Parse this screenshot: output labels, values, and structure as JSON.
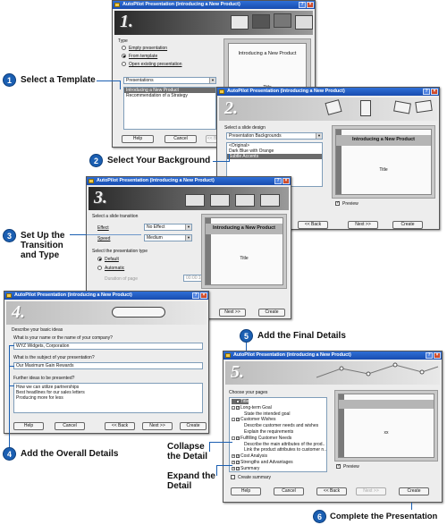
{
  "win1": {
    "title": "AutoPilot Presentation (Introducing a New Product)",
    "step": "1.",
    "type_label": "Type",
    "opt_empty": "Empty presentation",
    "opt_template": "From template",
    "opt_existing": "Open existing presentation",
    "dropdown_value": "Presentations",
    "list_items": [
      "Introducing a New Product",
      "Recommendation of a Strategy"
    ],
    "preview_title": "Introducing a New Product",
    "preview_body": "Title",
    "btn_help": "Help",
    "btn_cancel": "Cancel",
    "btn_back": "<< Back"
  },
  "win2": {
    "title": "AutoPilot Presentation (Introducing a New Product)",
    "step": "2.",
    "design_label": "Select a slide design",
    "dropdown_value": "Presentation Backgrounds",
    "list_items": [
      "<Original>",
      "Dark Blue with Orange",
      "Subtle Accents"
    ],
    "preview_title": "Introducing a New Product",
    "preview_body": "Title",
    "preview_label": "Preview",
    "btn_back": "<< Back",
    "btn_next": "Next >>",
    "btn_create": "Create"
  },
  "win3": {
    "title": "AutoPilot Presentation (Introducing a New Product)",
    "step": "3.",
    "transition_label": "Select a slide transition",
    "effect_label": "Effect",
    "effect_value": "No Effect",
    "speed_label": "Speed",
    "speed_value": "Medium",
    "type_label": "Select the presentation type",
    "opt_default": "Default",
    "opt_automatic": "Automatic",
    "duration_label": "Duration of page",
    "duration_value": "00:00:10",
    "preview_title": "Introducing a New Product",
    "preview_body": "Title",
    "btn_next": "Next >>",
    "btn_create": "Create"
  },
  "win4": {
    "title": "AutoPilot Presentation (Introducing a New Product)",
    "step": "4.",
    "describe_label": "Describe your basic ideas",
    "company_label": "What is your name or the name of your company?",
    "company_value": "WYZ Widgets, Corporation",
    "subject_label": "What is the subject of your presentation?",
    "subject_value": "Our Maximum Gain Rewards",
    "further_label": "Further ideas to be presented?",
    "further_lines": [
      "How we can utilize partnerships",
      "Best headlines for our sales letters",
      "Producing more for less"
    ],
    "btn_help": "Help",
    "btn_cancel": "Cancel",
    "btn_back": "<< Back",
    "btn_next": "Next >>",
    "btn_create": "Create"
  },
  "win5": {
    "title": "AutoPilot Presentation (Introducing a New Product)",
    "step": "5.",
    "choose_label": "Choose your pages",
    "tree": [
      {
        "label": "Title",
        "level": 0,
        "exp": "",
        "sel": true
      },
      {
        "label": "Long-term Goal",
        "level": 0,
        "exp": "-"
      },
      {
        "label": "State the intended goal",
        "level": 1,
        "exp": ""
      },
      {
        "label": "Customer Wishes",
        "level": 0,
        "exp": "-"
      },
      {
        "label": "Describe customer needs and wishes",
        "level": 1,
        "exp": ""
      },
      {
        "label": "Explain the requirements",
        "level": 1,
        "exp": ""
      },
      {
        "label": "Fulfilling Customer Needs",
        "level": 0,
        "exp": "-"
      },
      {
        "label": "Describe the main attributes of the prod..",
        "level": 1,
        "exp": ""
      },
      {
        "label": "Link the product attributes to customer n..",
        "level": 1,
        "exp": ""
      },
      {
        "label": "Cost Analysis",
        "level": 0,
        "exp": "+"
      },
      {
        "label": "Strengths and Advantages",
        "level": 0,
        "exp": "+"
      },
      {
        "label": "Summary",
        "level": 0,
        "exp": "+"
      }
    ],
    "create_summary": "Create summary",
    "preview_label": "Preview",
    "preview_body": "xx",
    "btn_help": "Help",
    "btn_cancel": "Cancel",
    "btn_back": "<< Back",
    "btn_next": "Next >>",
    "btn_create": "Create"
  },
  "callouts": {
    "c1_num": "1",
    "c1_text": "Select a Template",
    "c2_num": "2",
    "c2_text": "Select Your Background",
    "c3_num": "3",
    "c3_text": "Set Up the\nTransition\nand Type",
    "c4_num": "4",
    "c4_text": "Add the Overall Details",
    "c5_num": "5",
    "c5_text": "Add the Final Details",
    "collapse": "Collapse\nthe Detail",
    "expand": "Expand the\nDetail",
    "c6_num": "6",
    "c6_text": "Complete the Presentation"
  },
  "colors": {
    "accent": "#1b5fb2",
    "titlebar": "#2f6fd6"
  }
}
